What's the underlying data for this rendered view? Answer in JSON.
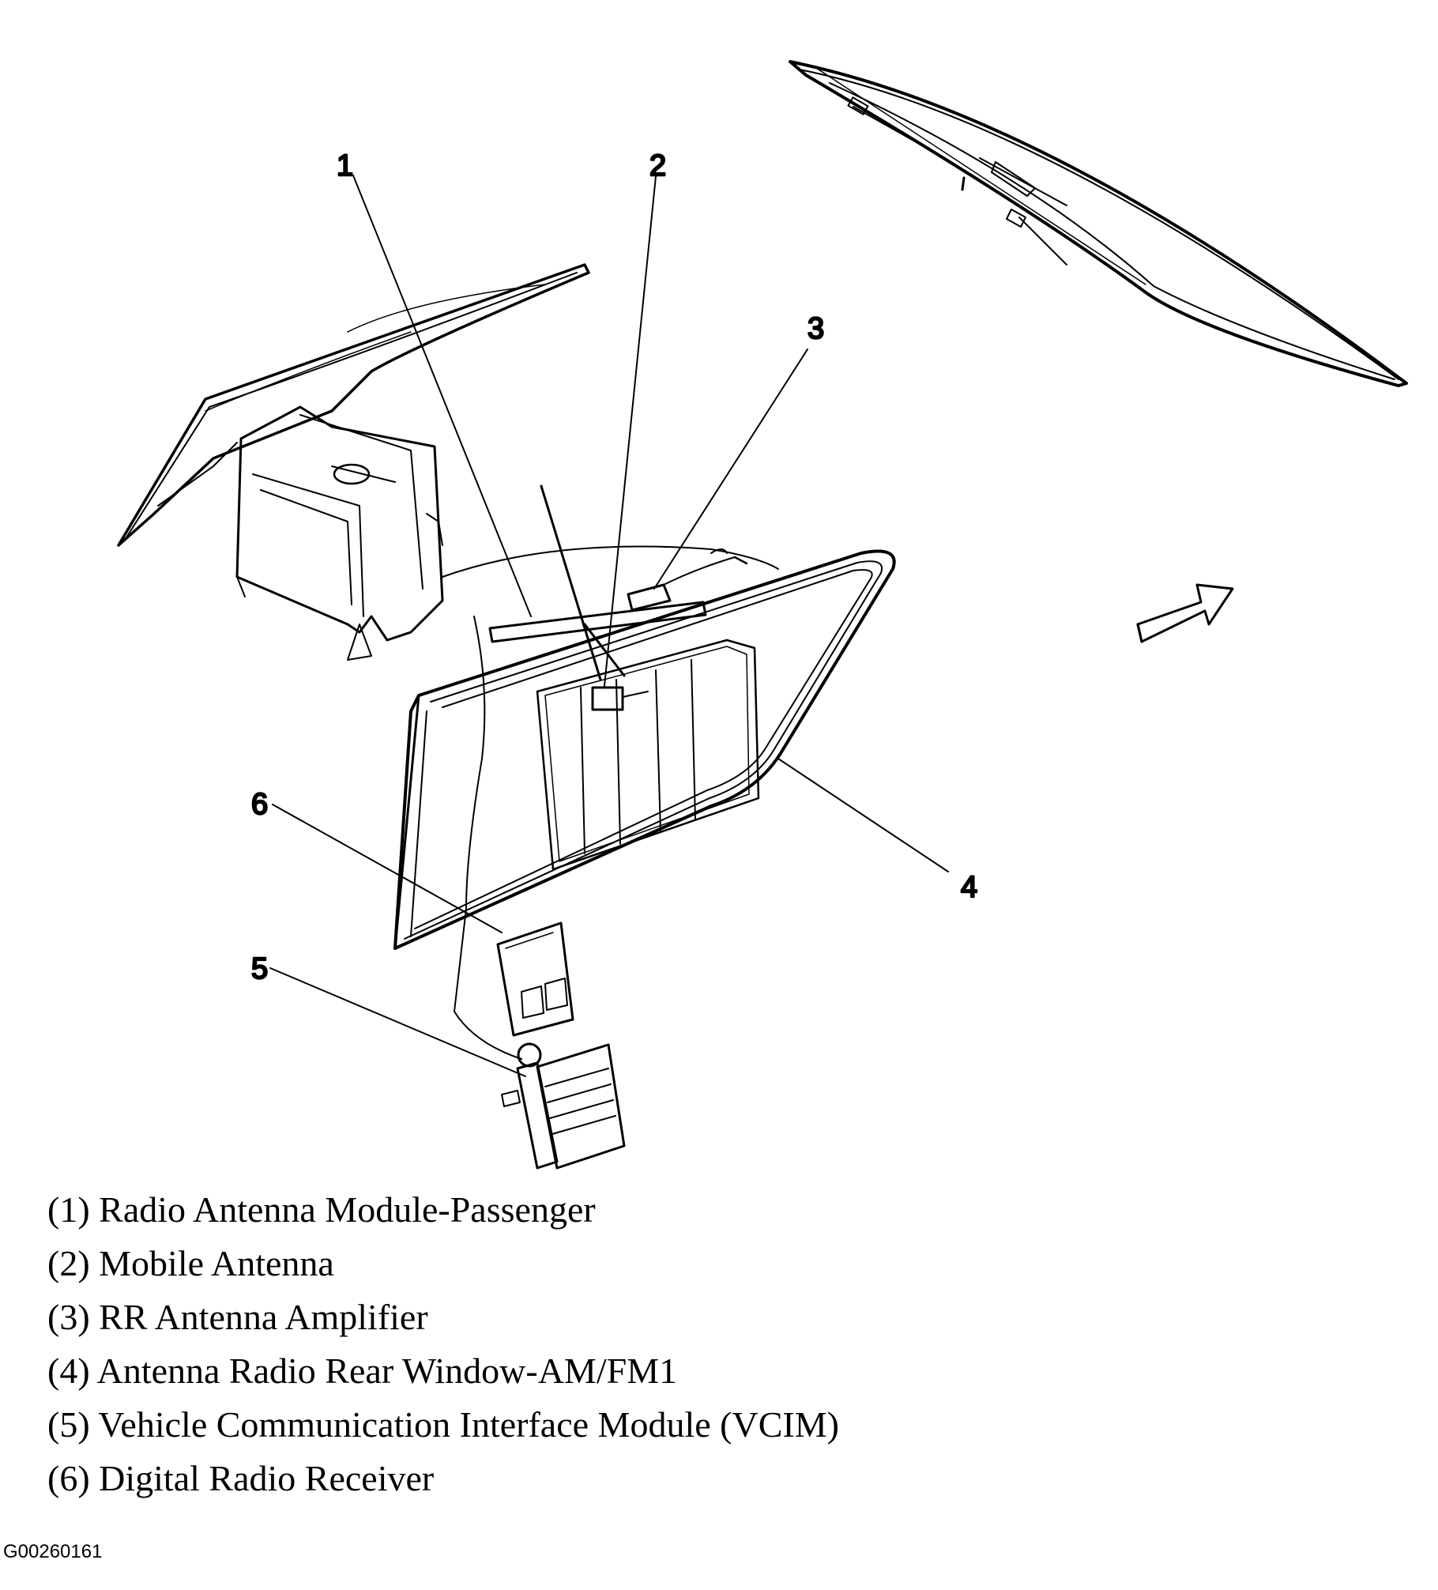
{
  "callouts": [
    {
      "num": "1",
      "label": "Radio Antenna Module-Passenger"
    },
    {
      "num": "2",
      "label": "Mobile Antenna"
    },
    {
      "num": "3",
      "label": "RR Antenna Amplifier"
    },
    {
      "num": "4",
      "label": "Antenna Radio Rear Window-AM/FM1"
    },
    {
      "num": "5",
      "label": "Vehicle Communication Interface Module (VCIM)"
    },
    {
      "num": "6",
      "label": "Digital Radio Receiver"
    }
  ],
  "legend": [
    "(1) Radio Antenna Module-Passenger",
    "(2) Mobile Antenna",
    "(3) RR Antenna Amplifier",
    "(4) Antenna Radio Rear Window-AM/FM1",
    "(5) Vehicle Communication Interface Module (VCIM)",
    "(6) Digital Radio Receiver"
  ],
  "figure_id": "G00260161",
  "colors": {
    "line": "#000000",
    "background": "#ffffff"
  }
}
